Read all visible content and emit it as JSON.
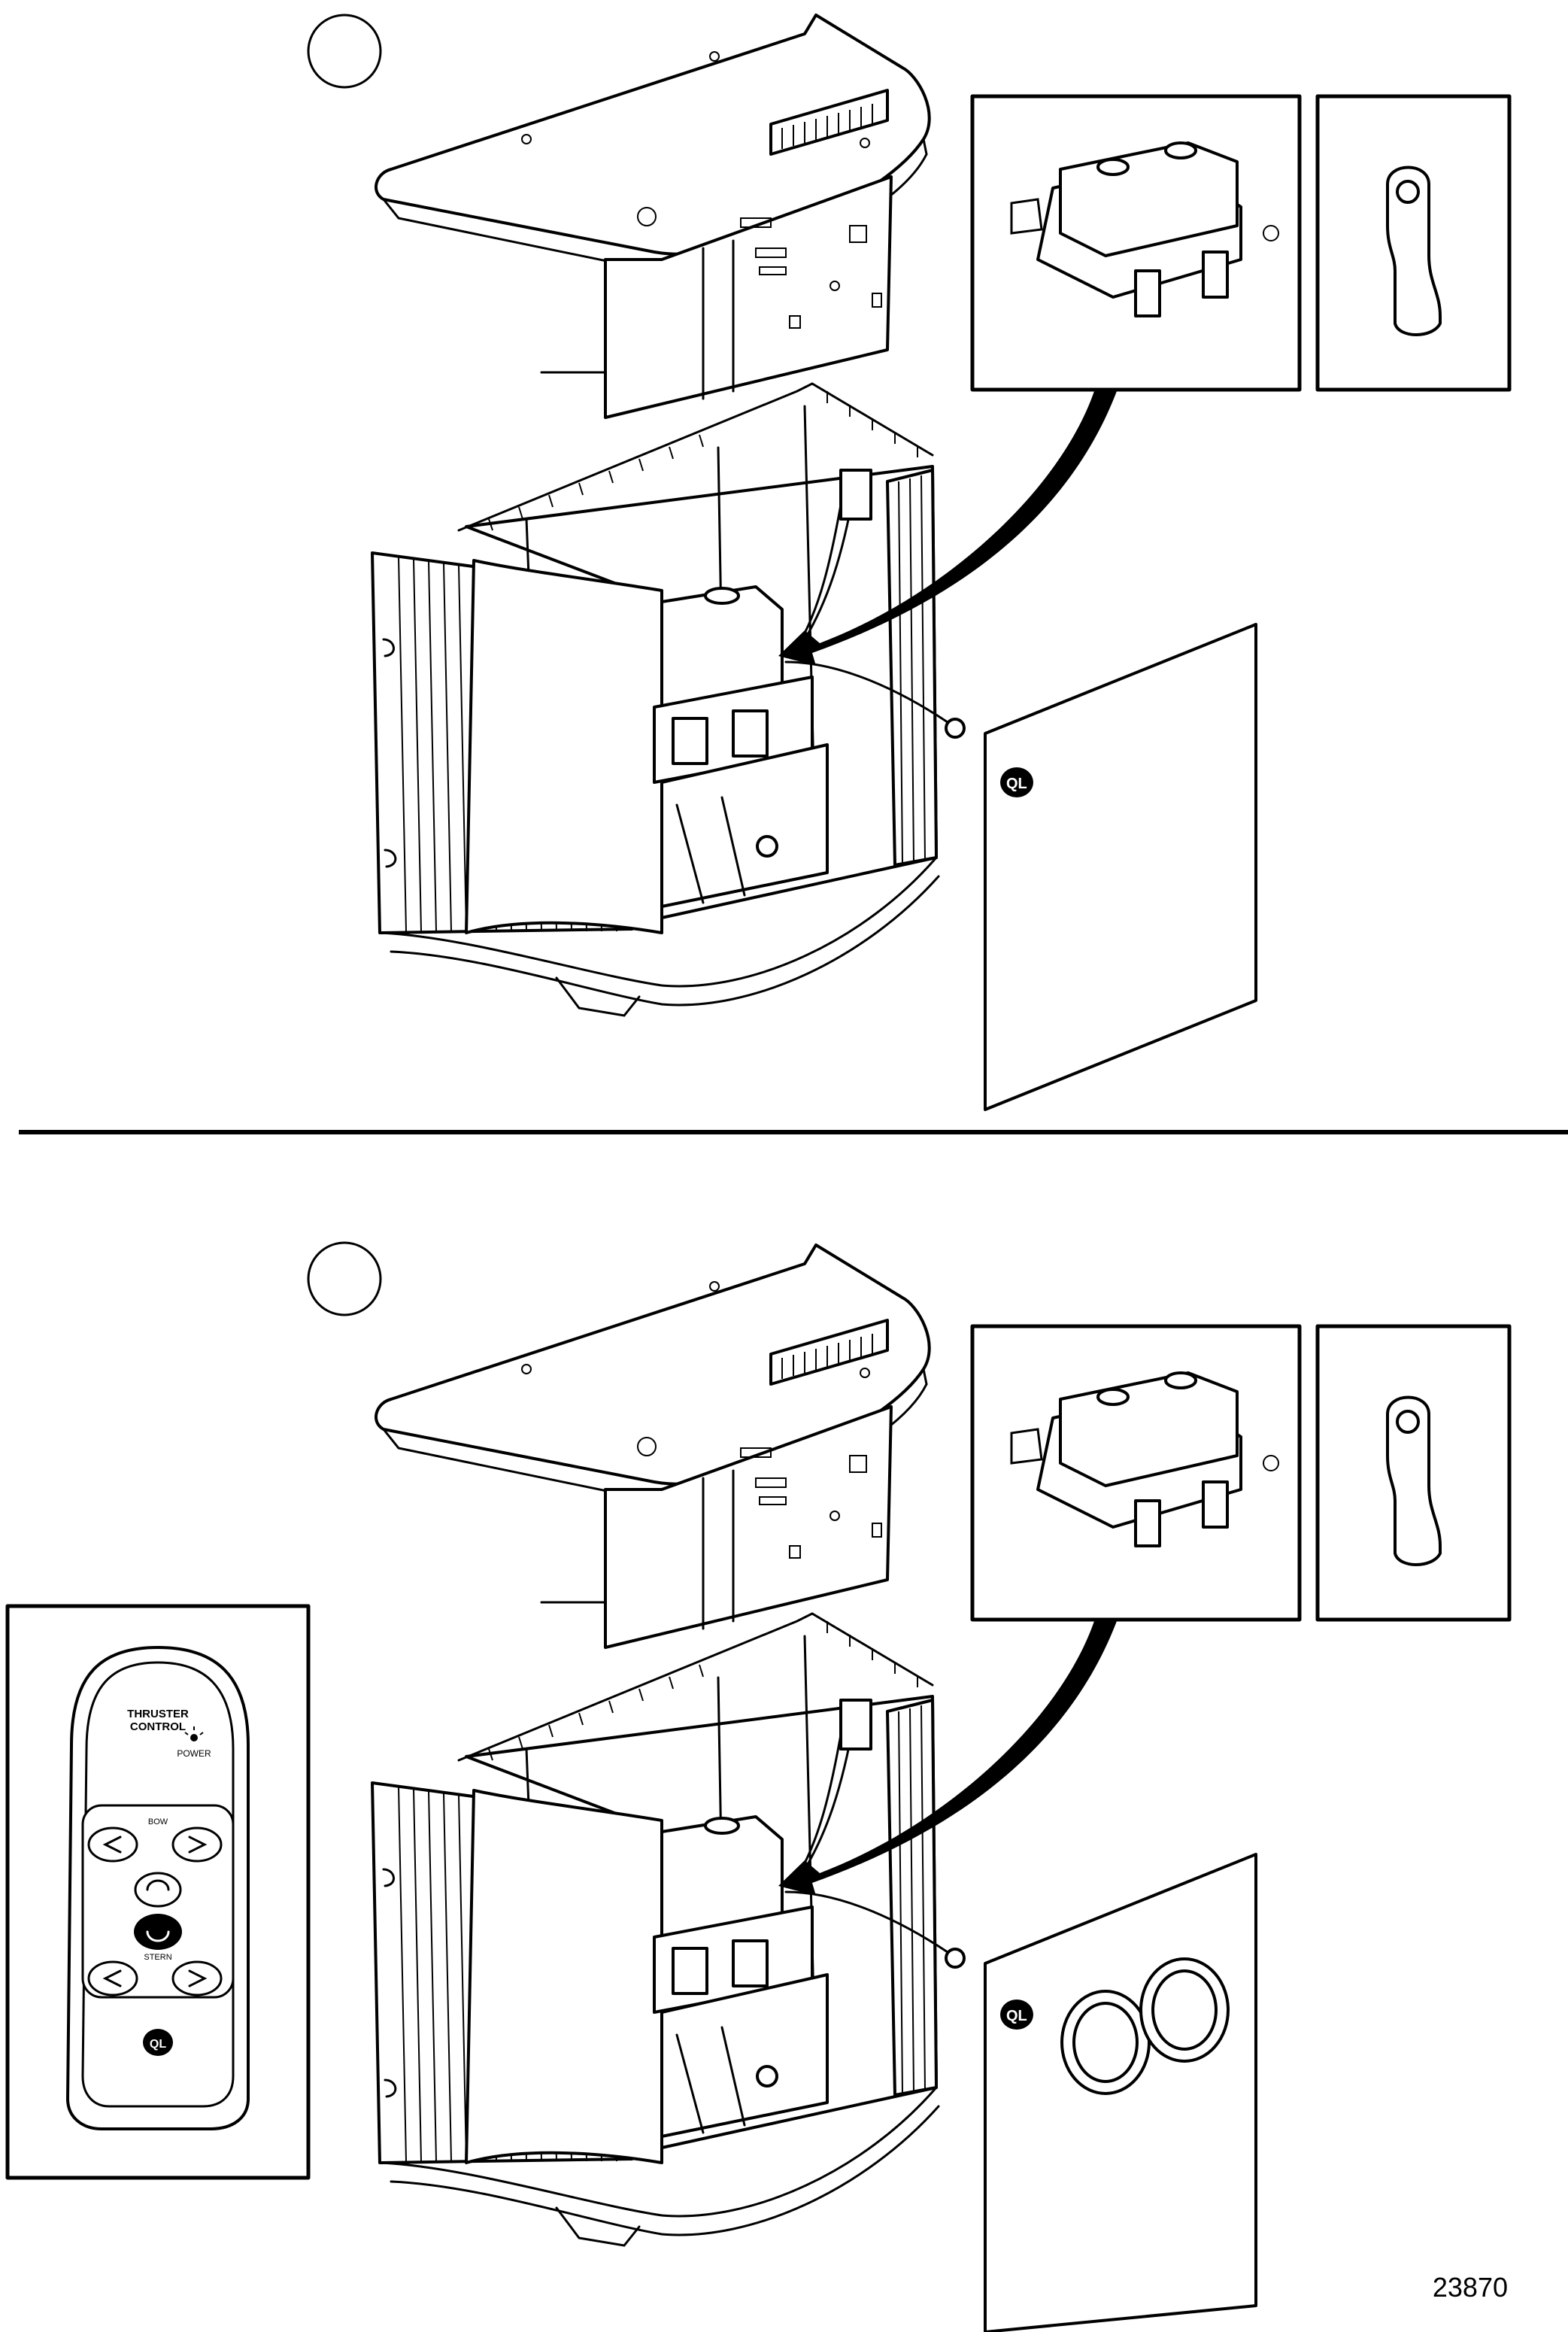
{
  "figure": {
    "reference_number": "23870"
  },
  "remote_control": {
    "title_line1": "THRUSTER",
    "title_line2": "CONTROL",
    "power_label": "POWER",
    "bow_label": "BOW",
    "stern_label": "STERN",
    "logo_text": "QL"
  },
  "cover_plate": {
    "logo_text": "QL"
  }
}
